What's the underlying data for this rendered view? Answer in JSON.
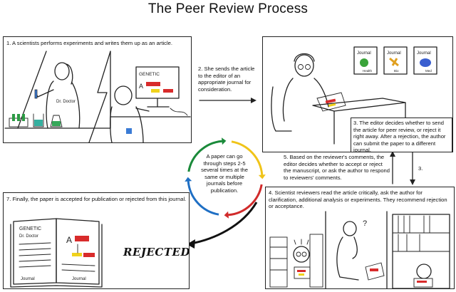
{
  "title": "The Peer Review Process",
  "steps": {
    "s1": "1. A scientists performs experiments and writes them up as an article.",
    "s2": "2. She sends the article to the editor of an appropriate journal for consideration.",
    "s3": "3. The editor decides whether to send the article for peer review, or reject it right away. After a rejection, the author can submit the paper to a different journal.",
    "s3_arrow": "3.",
    "s4": "4. Scientist reviewers read the article critically, ask the author for clarification, additional analysis or experiments. They recommend rejection or acceptance.",
    "s5": "5. Based on the reviewer's comments, the editor decides whether to accept or reject the manuscript, or ask the author to respond to reviewers' comments.",
    "s7": "7. Finally, the paper is accepted for publication or rejected from this journal."
  },
  "cycle_text": "A paper can go through steps 2-5 several times at the same or multiple journals before publication.",
  "cycle_colors": [
    "#1a8a3a",
    "#f0c419",
    "#d12b2b",
    "#1f6fc4"
  ],
  "drawings": {
    "monitor_title": "GENETIC",
    "monitor_letter": "A",
    "mug": "Dr. Doctor",
    "rejected_stamp": "REJECTED",
    "journal_covers": [
      {
        "label": "Journal",
        "sub": "Health",
        "color": "#3aa33a"
      },
      {
        "label": "Journal",
        "sub": "Bio",
        "color": "#e0a020"
      },
      {
        "label": "Journal",
        "sub": "Med",
        "color": "#3a5fd0"
      }
    ],
    "open_journal": {
      "title": "GENETIC",
      "author": "Dr. Doctor",
      "letter": "A",
      "left_foot": "Journal",
      "right_foot": "Journal"
    }
  }
}
